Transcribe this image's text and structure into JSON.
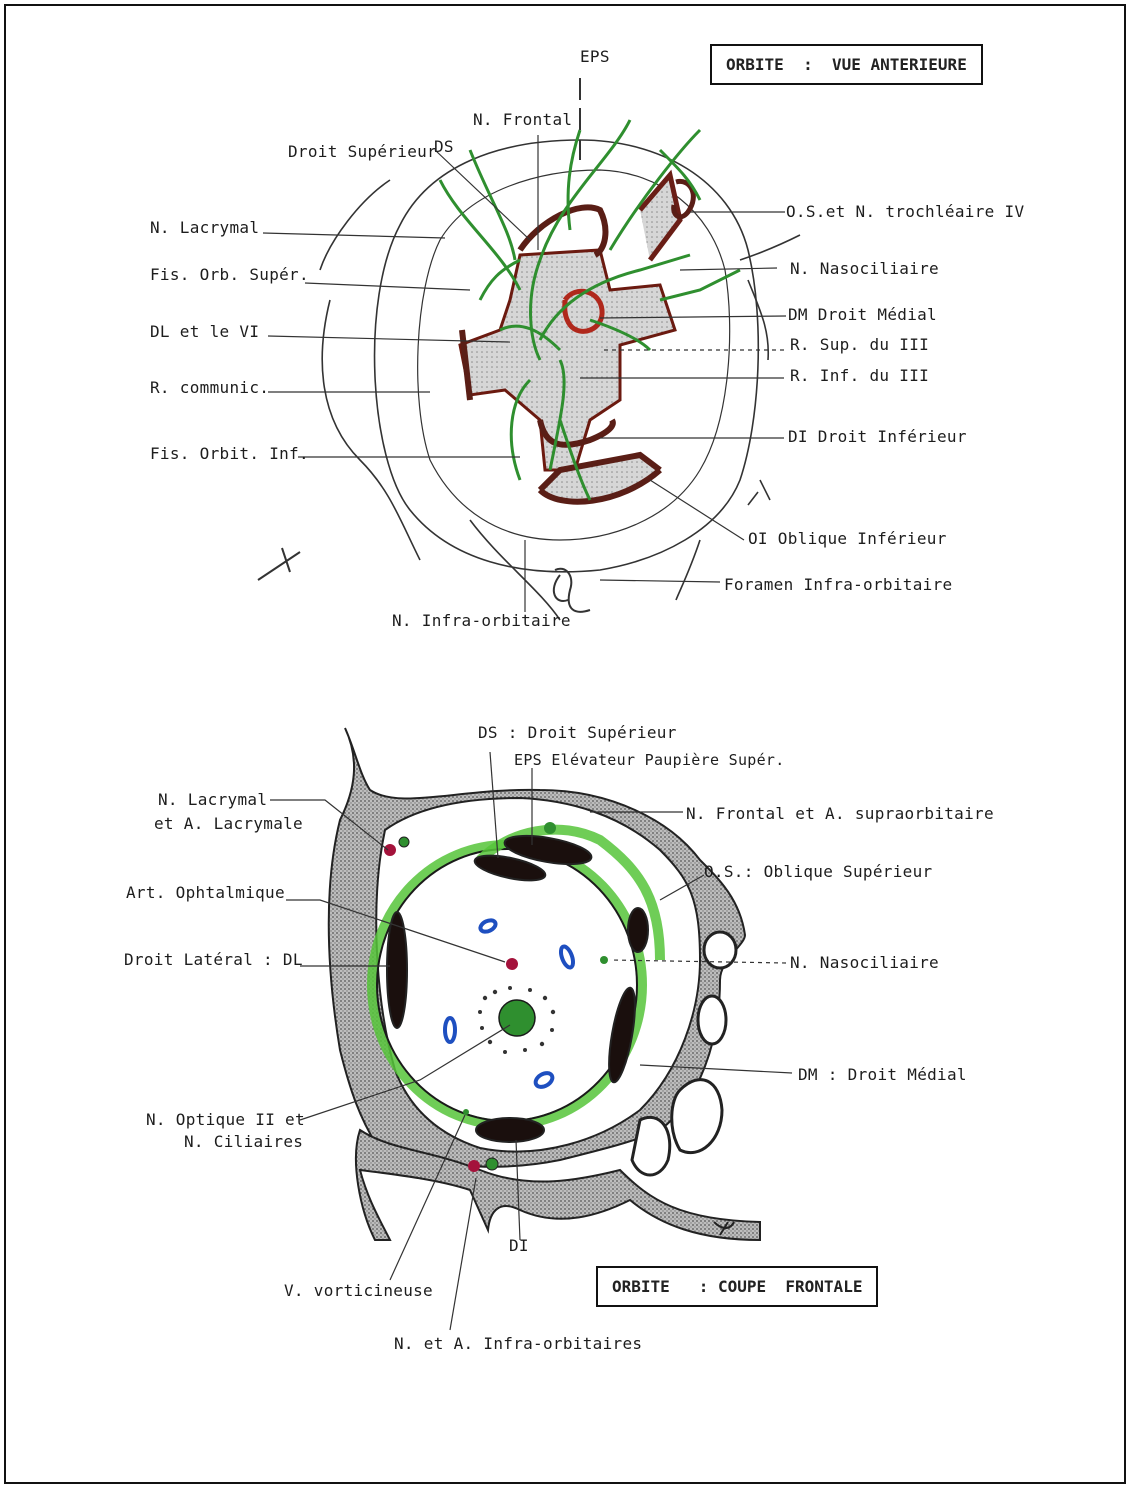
{
  "diagram1": {
    "title": "ORBITE  :  VUE ANTERIEURE",
    "labels": {
      "eps": "EPS",
      "n_frontal": "N. Frontal",
      "droit_superieur": "Droit Supérieur",
      "ds": "DS",
      "n_lacrymal": "N. Lacrymal",
      "fis_orb_super": "Fis. Orb. Supér.",
      "dl_vi": "DL et le VI",
      "r_communic": "R. communic.",
      "fis_orbit_inf": "Fis. Orbit. Inf.",
      "os_trochleaire": "O.S.et N. trochléaire IV",
      "n_nasociliaire": "N. Nasociliaire",
      "dm_droit_medial": "DM Droit Médial",
      "r_sup_iii": "R. Sup. du III",
      "r_inf_iii": "R. Inf. du III",
      "di_droit_inferieur": "DI  Droit Inférieur",
      "oi_oblique_inferieur": "OI  Oblique Inférieur",
      "foramen_infra": "Foramen Infra-orbitaire",
      "n_infra_orbitaire": "N. Infra-orbitaire"
    }
  },
  "diagram2": {
    "title": "ORBITE   : COUPE  FRONTALE",
    "labels": {
      "ds_droit_superieur": "DS  : Droit Supérieur",
      "eps_elevateur": "EPS  Elévateur Paupière Supér.",
      "n_lacrymal_1": "N. Lacrymal",
      "n_lacrymal_2": "et A. Lacrymale",
      "n_frontal_supra": "N. Frontal et A. supraorbitaire",
      "art_ophtalmique": "Art. Ophtalmique",
      "os_oblique_superieur": "O.S.: Oblique Supérieur",
      "droit_lateral": "Droit Latéral : DL",
      "n_nasociliaire": "N. Nasociliaire",
      "dm_droit_medial": "DM : Droit Médial",
      "n_optique_1": "N. Optique II et",
      "n_optique_2": "N. Ciliaires",
      "di": "DI",
      "v_vorticineuse": "V. vorticineuse",
      "n_a_infra": "N. et A. Infra-orbitaires"
    }
  },
  "colors": {
    "muscle": "#3a1b18",
    "muscle_outline": "#7a1f14",
    "nerve": "#2f8f2f",
    "vein": "#1e4fc0",
    "artery": "#a4123b",
    "bone": "#8a8a8a"
  }
}
